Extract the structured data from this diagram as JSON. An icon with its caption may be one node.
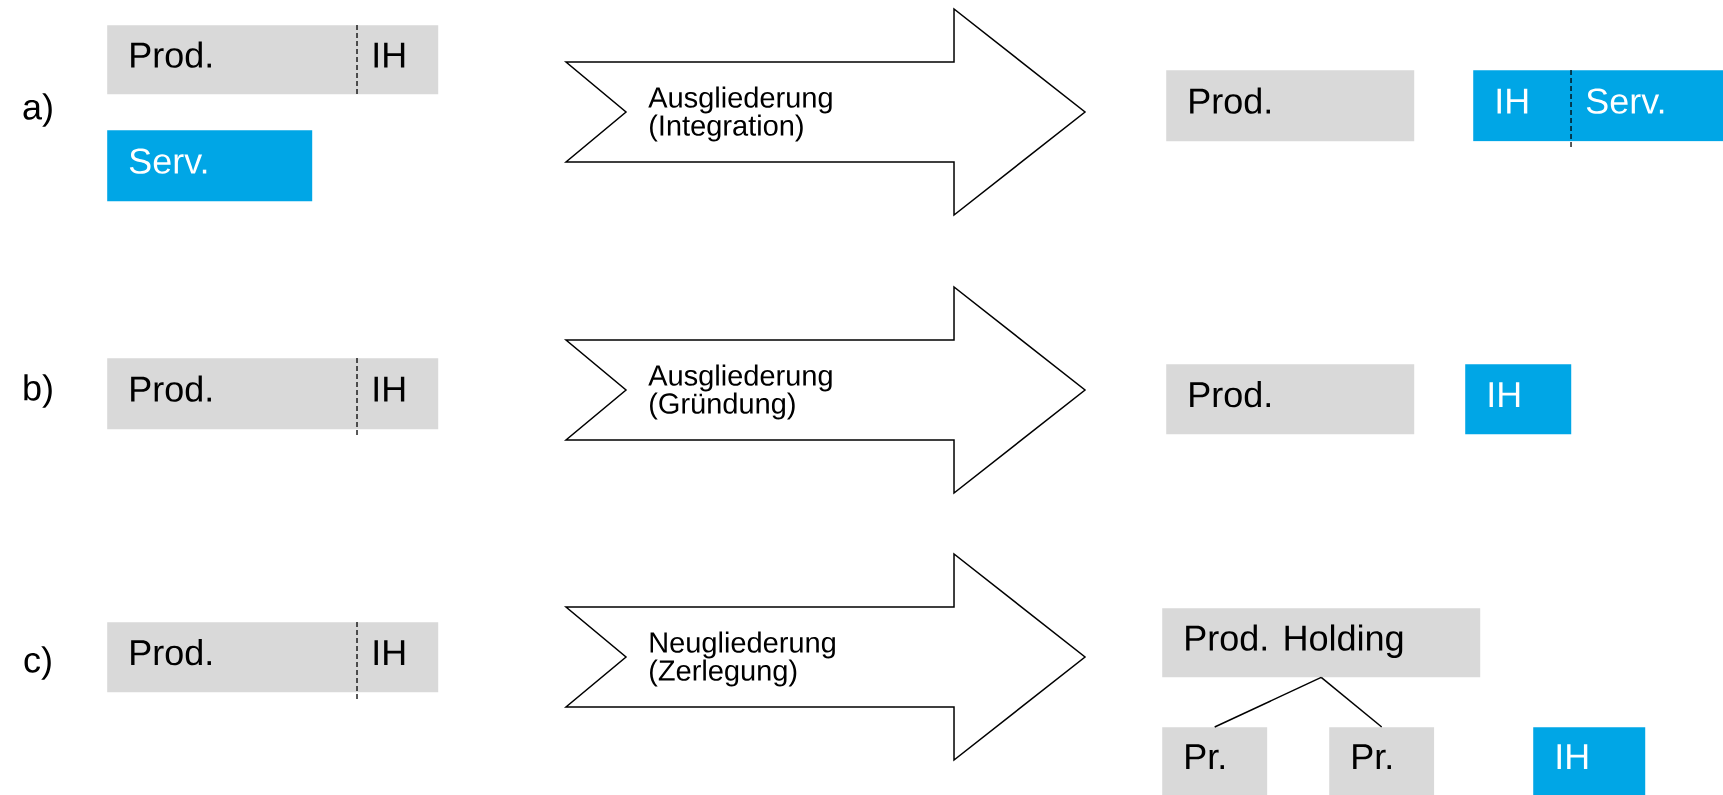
{
  "diagram": {
    "nodes": [
      {
        "text": [
          "Prod.",
          "IH"
        ]
      },
      {
        "text": [
          "Serv."
        ]
      },
      {
        "text": [
          "Ausgliederung (Integration)"
        ]
      },
      {
        "text": [
          "Prod."
        ]
      },
      {
        "text": [
          "IH",
          "Serv."
        ]
      },
      {
        "text": [
          "Prod.",
          "IH"
        ]
      },
      {
        "text": [
          "Ausgliederung (Gründung)"
        ]
      },
      {
        "text": [
          "Prod."
        ]
      },
      {
        "text": [
          "IH"
        ]
      },
      {
        "text": [
          "Prod.",
          "IH"
        ]
      },
      {
        "text": [
          "Neugliederung (Zerlegung)"
        ]
      },
      {
        "text": [
          "Prod. Holding"
        ]
      },
      {
        "text": [
          "Pr."
        ]
      },
      {
        "text": [
          "Pr."
        ]
      },
      {
        "text": [
          "IH"
        ]
      }
    ],
    "edges": [
      {
        "from": 11,
        "to": 12,
        "arrow": "none"
      },
      {
        "from": 11,
        "to": 13,
        "arrow": "none"
      }
    ],
    "labels": [
      "a)",
      "b)",
      "c)"
    ]
  }
}
